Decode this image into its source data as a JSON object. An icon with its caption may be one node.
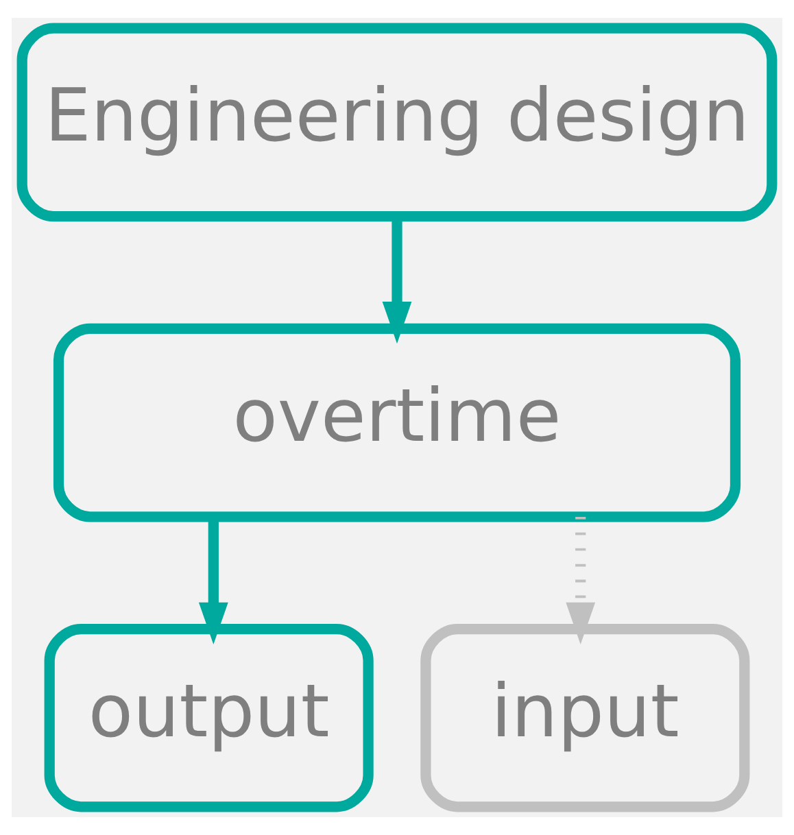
{
  "diagram": {
    "nodes": [
      {
        "text": [
          "Engineering design"
        ]
      },
      {
        "text": [
          "overtime"
        ]
      },
      {
        "text": [
          "output"
        ]
      },
      {
        "text": [
          "input"
        ]
      }
    ],
    "edges": [
      {
        "from": 0,
        "to": 1,
        "arrow": "to"
      },
      {
        "from": 1,
        "to": 2,
        "arrow": "to"
      },
      {
        "from": 1,
        "to": 3,
        "arrow": "to",
        "style": "dashed",
        "color": "#c0c0c0"
      }
    ]
  }
}
